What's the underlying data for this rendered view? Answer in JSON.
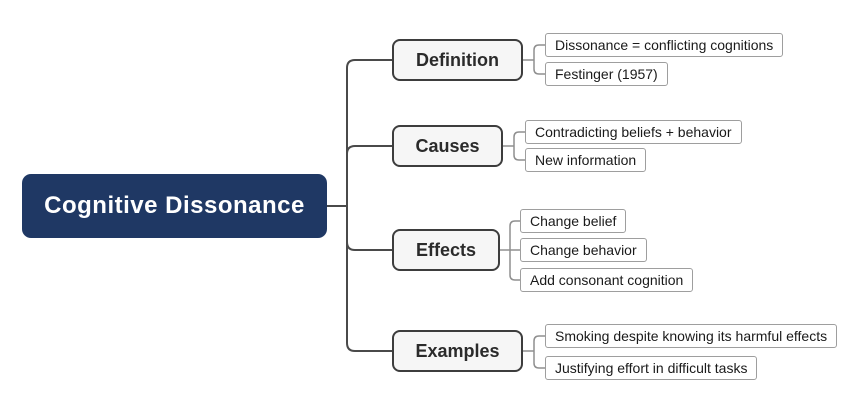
{
  "diagram": {
    "type": "mindmap",
    "background": "#ffffff",
    "root": {
      "label": "Cognitive Dissonance",
      "fill_color": "#1f3864",
      "text_color": "#ffffff"
    },
    "branches": [
      {
        "label": "Definition",
        "children": [
          "Dissonance = conflicting cognitions",
          "Festinger (1957)"
        ]
      },
      {
        "label": "Causes",
        "children": [
          "Contradicting beliefs + behavior",
          "New information"
        ]
      },
      {
        "label": "Effects",
        "children": [
          "Change belief",
          "Change behavior",
          "Add consonant cognition"
        ]
      },
      {
        "label": "Examples",
        "children": [
          "Smoking despite knowing its harmful effects",
          "Justifying effort in difficult tasks"
        ]
      }
    ],
    "style": {
      "branch_fill": "#f6f6f6",
      "branch_border": "#3d3d3d",
      "branch_text": "#2b2b2b",
      "leaf_fill": "#ffffff",
      "leaf_border": "#9e9e9e",
      "leaf_text": "#1a1a1a",
      "connector_main": "#4a4a4a",
      "connector_leaf": "#8f8f8f"
    }
  }
}
